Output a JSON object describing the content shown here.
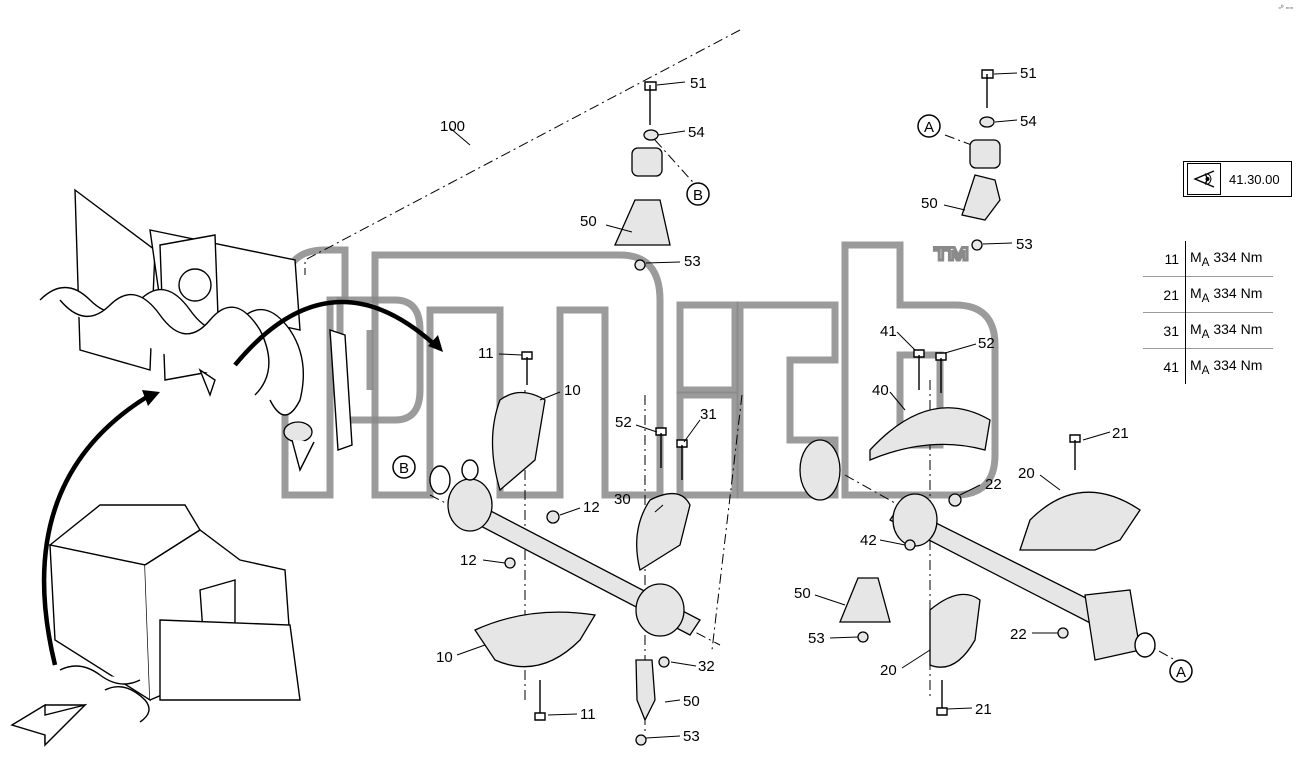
{
  "corner_mark": "▫⁰ ▫▫▫",
  "watermark": {
    "text": "™"
  },
  "reference": {
    "icon": "eye-view-icon",
    "code": "41.30.00"
  },
  "torque_table": {
    "rows": [
      {
        "pos": "11",
        "value": "334 Nm"
      },
      {
        "pos": "21",
        "value": "334 Nm"
      },
      {
        "pos": "31",
        "value": "334 Nm"
      },
      {
        "pos": "41",
        "value": "334 Nm"
      }
    ],
    "symbol": "M",
    "subscript": "A"
  },
  "callouts": {
    "c100": "100",
    "cA_top": "A",
    "cB_top": "B",
    "cB_left": "B",
    "cA_right": "A",
    "p51a": "51",
    "p54a": "54",
    "p50a": "50",
    "p53a": "53",
    "p51b": "51",
    "p54b": "54",
    "p50b": "50",
    "p53b": "53",
    "p11a": "11",
    "p10a": "10",
    "p12a": "12",
    "p12b": "12",
    "p10b": "10",
    "p11b": "11",
    "p52a": "52",
    "p31": "31",
    "p30": "30",
    "p32": "32",
    "p50c": "50",
    "p53c": "53",
    "p41": "41",
    "p52b": "52",
    "p40": "40",
    "p22a": "22",
    "p42": "42",
    "p21a": "21",
    "p20a": "20",
    "p50d": "50",
    "p53d": "53",
    "p20b": "20",
    "p22b": "22",
    "p21b": "21"
  }
}
